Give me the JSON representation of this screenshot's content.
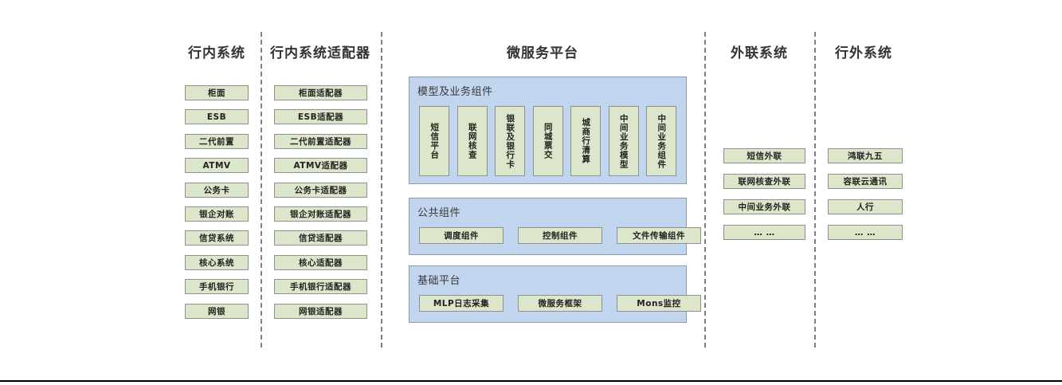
{
  "diagram": {
    "columns": [
      {
        "id": "intra-bank-systems",
        "title": "行内系统",
        "items": [
          {
            "label": "柜面"
          },
          {
            "label": "ESB"
          },
          {
            "label": "二代前置"
          },
          {
            "label": "ATMV"
          },
          {
            "label": "公务卡"
          },
          {
            "label": "银企对账"
          },
          {
            "label": "信贷系统"
          },
          {
            "label": "核心系统"
          },
          {
            "label": "手机银行"
          },
          {
            "label": "网银"
          }
        ]
      },
      {
        "id": "intra-bank-adapters",
        "title": "行内系统适配器",
        "items": [
          {
            "label": "柜面适配器"
          },
          {
            "label": "ESB适配器"
          },
          {
            "label": "二代前置适配器"
          },
          {
            "label": "ATMV适配器"
          },
          {
            "label": "公务卡适配器"
          },
          {
            "label": "银企对账适配器"
          },
          {
            "label": "信贷适配器"
          },
          {
            "label": "核心适配器"
          },
          {
            "label": "手机银行适配器"
          },
          {
            "label": "网银适配器"
          }
        ]
      },
      {
        "id": "external-liaison-systems",
        "title": "外联系统",
        "items": [
          {
            "label": "短信外联"
          },
          {
            "label": "联网核查外联"
          },
          {
            "label": "中间业务外联"
          },
          {
            "label": "… …"
          }
        ]
      },
      {
        "id": "outside-bank-systems",
        "title": "行外系统",
        "items": [
          {
            "label": "鸿联九五"
          },
          {
            "label": "容联云通讯"
          },
          {
            "label": "人行"
          },
          {
            "label": "… …"
          }
        ]
      }
    ],
    "platform": {
      "title": "微服务平台",
      "panels": [
        {
          "id": "model-business-components",
          "title": "模型及业务组件",
          "orientation": "vertical",
          "items": [
            {
              "label": "短信平台"
            },
            {
              "label": "联网核查"
            },
            {
              "label": "银联及银行卡"
            },
            {
              "label": "同城票交"
            },
            {
              "label": "城商行清算"
            },
            {
              "label": "中间业务模型"
            },
            {
              "label": "中间业务组件"
            }
          ]
        },
        {
          "id": "public-components",
          "title": "公共组件",
          "orientation": "horizontal",
          "items": [
            {
              "label": "调度组件"
            },
            {
              "label": "控制组件"
            },
            {
              "label": "文件传输组件"
            }
          ]
        },
        {
          "id": "base-platform",
          "title": "基础平台",
          "orientation": "horizontal",
          "items": [
            {
              "label": "MLP日志采集"
            },
            {
              "label": "微服务框架"
            },
            {
              "label": "Mons监控"
            }
          ]
        }
      ]
    },
    "colors": {
      "box_fill": "#dce6ca",
      "box_border": "#909090",
      "panel_fill": "#c2d5ee",
      "panel_border": "#8f9aa8",
      "divider": "#808080",
      "title_text": "#333333",
      "background": "#ffffff"
    }
  }
}
